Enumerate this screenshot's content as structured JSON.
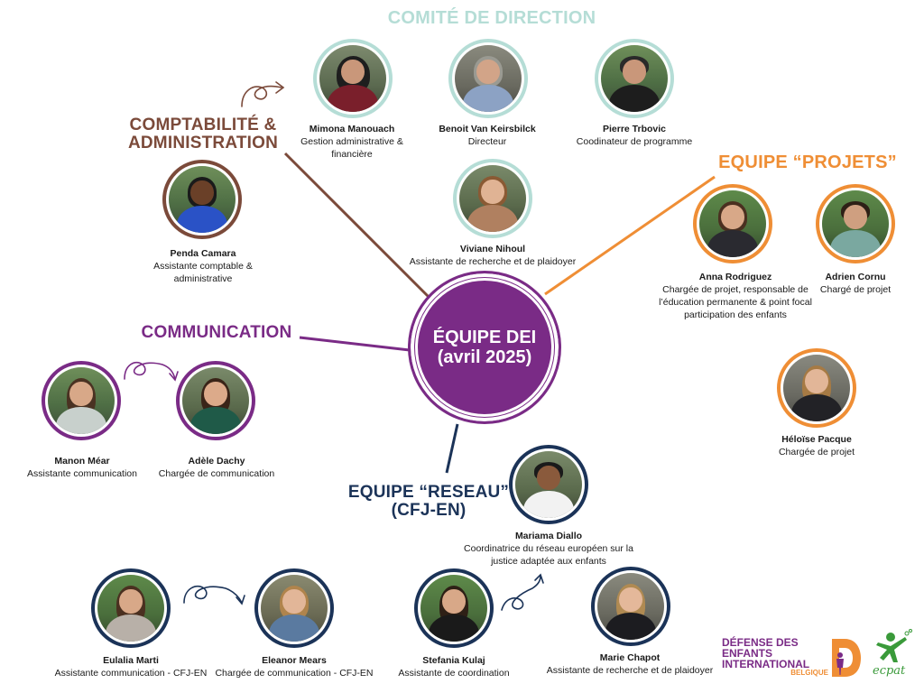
{
  "headings": {
    "comite": "COMITÉ DE DIRECTION",
    "compta": "COMPTABILITÉ & ADMINISTRATION",
    "projets": "EQUIPE “PROJETS”",
    "communication": "COMMUNICATION",
    "reseau_line1": "EQUIPE “RESEAU”",
    "reseau_line2": "(CFJ-EN)"
  },
  "center": {
    "line1": "ÉQUIPE DEI",
    "line2": "(avril 2025)"
  },
  "colors": {
    "comite": "#b5ddd6",
    "compta": "#7b4a3a",
    "projets": "#ef8e35",
    "communication": "#7a2b86",
    "reseau": "#1b3358"
  },
  "people": {
    "mimona": {
      "name": "Mimona Manouach",
      "role": "Gestion administrative & financière"
    },
    "benoit": {
      "name": "Benoit Van Keirsbilck",
      "role": "Directeur"
    },
    "pierre": {
      "name": "Pierre Trbovic",
      "role": "Coodinateur de programme"
    },
    "viviane": {
      "name": "Viviane Nihoul",
      "role": "Assistante de recherche et de plaidoyer"
    },
    "penda": {
      "name": "Penda Camara",
      "role": "Assistante comptable & administrative"
    },
    "anna": {
      "name": "Anna Rodriguez",
      "role": "Chargée de projet, responsable de l’éducation permanente & point focal participation des enfants"
    },
    "adrien": {
      "name": "Adrien Cornu",
      "role": "Chargé de projet"
    },
    "heloise": {
      "name": "Héloïse Pacque",
      "role": "Chargée de projet"
    },
    "manon": {
      "name": "Manon Méar",
      "role": "Assistante communication"
    },
    "adele": {
      "name": "Adèle Dachy",
      "role": "Chargée de communication"
    },
    "mariama": {
      "name": "Mariama Diallo",
      "role": "Coordinatrice du réseau européen sur la justice adaptée aux enfants"
    },
    "eulalia": {
      "name": "Eulalia Marti",
      "role": "Assistante communication - CFJ-EN"
    },
    "eleanor": {
      "name": "Eleanor Mears",
      "role": "Chargée de communication - CFJ-EN"
    },
    "stefania": {
      "name": "Stefania Kulaj",
      "role": "Assistante de coordination"
    },
    "marie": {
      "name": "Marie Chapot",
      "role": "Assistante de recherche et de plaidoyer"
    }
  },
  "logos": {
    "dei_line1": "Défense des Enfants",
    "dei_line2": "International",
    "dei_line3": "Belgique",
    "ecpat": "ecpat"
  }
}
